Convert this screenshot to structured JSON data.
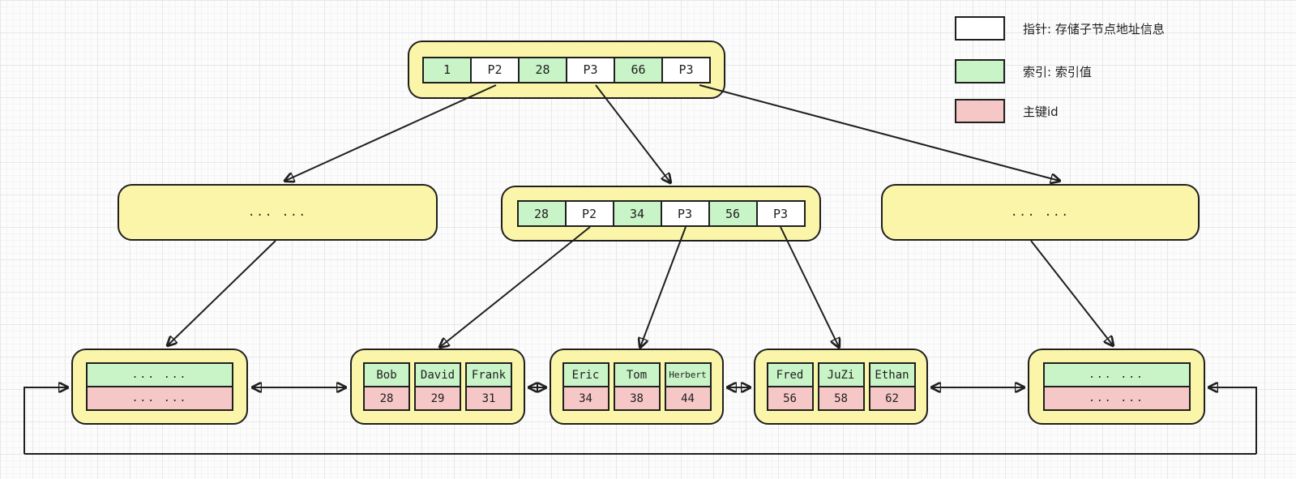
{
  "diagram": {
    "title_hint": "bplus-tree-index-structure",
    "legend": {
      "items": [
        {
          "swatch": "pointer",
          "color": "#ffffff",
          "label": "指针: 存储子节点地址信息"
        },
        {
          "swatch": "index",
          "color": "#c9f4c7",
          "label": "索引: 索引值"
        },
        {
          "swatch": "primary-key",
          "color": "#f6c7c7",
          "label": "主键id"
        }
      ]
    },
    "root_node": {
      "cells": [
        {
          "text": "1",
          "kind": "index"
        },
        {
          "text": "P2",
          "kind": "pointer"
        },
        {
          "text": "28",
          "kind": "index"
        },
        {
          "text": "P3",
          "kind": "pointer"
        },
        {
          "text": "66",
          "kind": "index"
        },
        {
          "text": "P3",
          "kind": "pointer"
        }
      ]
    },
    "internal_node": {
      "cells": [
        {
          "text": "28",
          "kind": "index"
        },
        {
          "text": "P2",
          "kind": "pointer"
        },
        {
          "text": "34",
          "kind": "index"
        },
        {
          "text": "P3",
          "kind": "pointer"
        },
        {
          "text": "56",
          "kind": "index"
        },
        {
          "text": "P3",
          "kind": "pointer"
        }
      ]
    },
    "left_internal_placeholder": {
      "text": "... ..."
    },
    "right_internal_placeholder": {
      "text": "... ..."
    },
    "leaf_nodes": [
      {
        "kind": "ellipsis",
        "index_row": "... ...",
        "id_row": "... ..."
      },
      {
        "kind": "data",
        "entries": [
          {
            "name": "Bob",
            "id": "28"
          },
          {
            "name": "David",
            "id": "29"
          },
          {
            "name": "Frank",
            "id": "31"
          }
        ]
      },
      {
        "kind": "data",
        "entries": [
          {
            "name": "Eric",
            "id": "34"
          },
          {
            "name": "Tom",
            "id": "38"
          },
          {
            "name": "Herbert",
            "id": "44"
          }
        ]
      },
      {
        "kind": "data",
        "entries": [
          {
            "name": "Fred",
            "id": "56"
          },
          {
            "name": "JuZi",
            "id": "58"
          },
          {
            "name": "Ethan",
            "id": "62"
          }
        ]
      },
      {
        "kind": "ellipsis",
        "index_row": "... ...",
        "id_row": "... ..."
      }
    ],
    "colors": {
      "node_fill": "#faf5a8",
      "node_border": "#1f1f1f",
      "index_fill": "#c9f4c7",
      "pointer_fill": "#ffffff",
      "primary_key_fill": "#f6c7c7",
      "line": "#1f1f1f"
    }
  }
}
